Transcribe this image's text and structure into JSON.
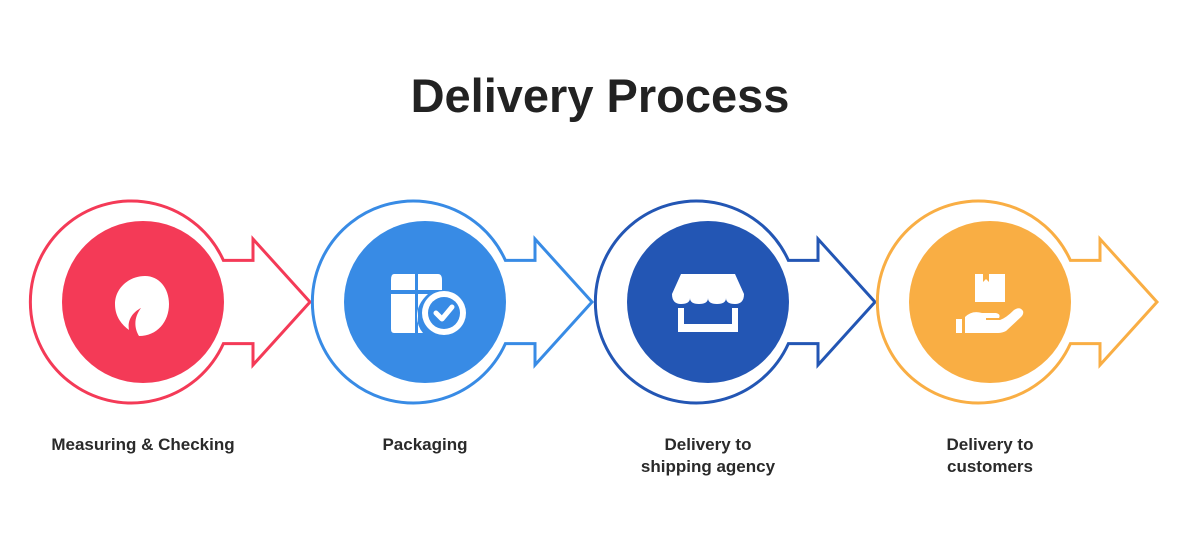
{
  "title": "Delivery Process",
  "steps": [
    {
      "label_lines": [
        "Measuring & Checking"
      ],
      "color": "#f43a57",
      "icon": "flame-icon"
    },
    {
      "label_lines": [
        "Packaging"
      ],
      "color": "#388be5",
      "icon": "box-check-icon"
    },
    {
      "label_lines": [
        "Delivery to",
        "shipping agency"
      ],
      "color": "#2356b4",
      "icon": "storefront-icon"
    },
    {
      "label_lines": [
        "Delivery to",
        "customers"
      ],
      "color": "#f9ae44",
      "icon": "hand-package-icon"
    }
  ]
}
